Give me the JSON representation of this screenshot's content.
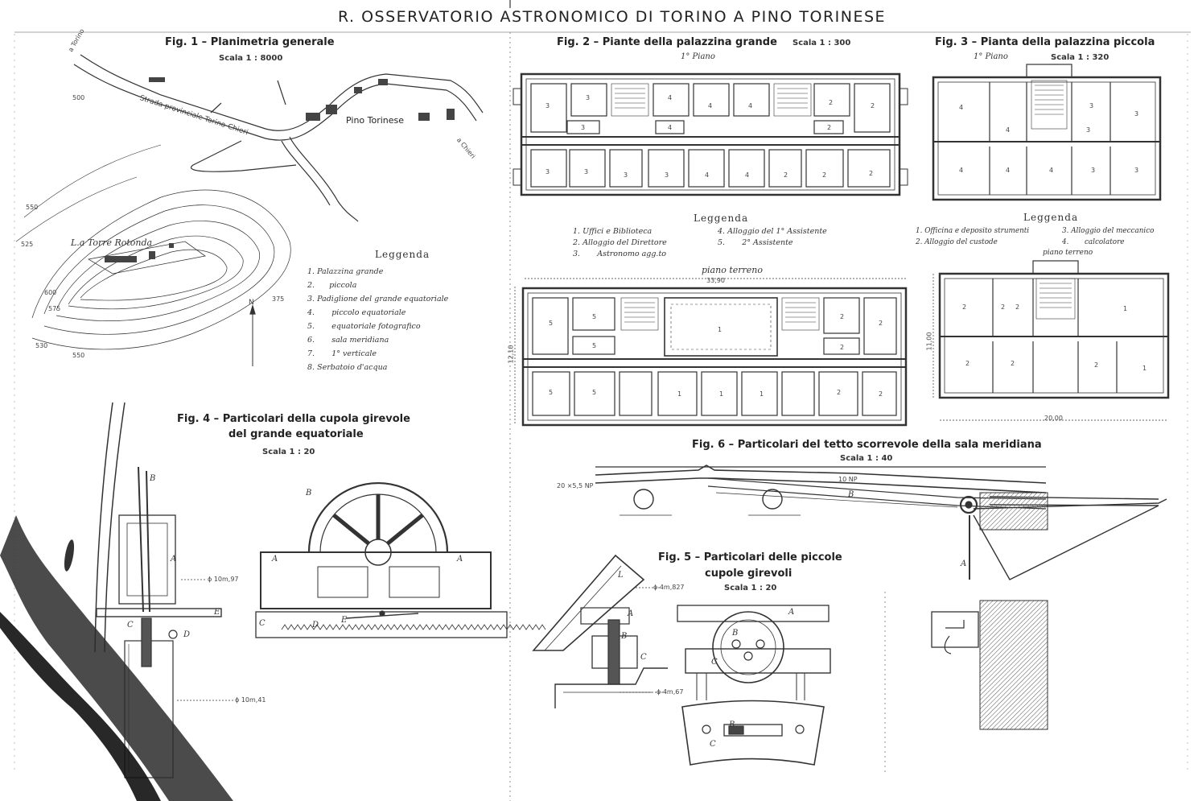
{
  "title": "R. OSSERVATORIO ASTRONOMICO DI TORINO A PINO TORINESE",
  "fig1": {
    "caption": "Fig. 1 – Planimetria generale",
    "scale": "Scala 1 : 8000",
    "road": "Strada provinciale Torino-Chieri",
    "town": "Pino Torinese",
    "to_torino": "a Torino",
    "to_chieri": "a Chieri",
    "hill": "L.a Torre Rotonda",
    "north": "N",
    "contours": [
      "550",
      "500",
      "525",
      "575",
      "600",
      "550",
      "530",
      "375"
    ],
    "legend_title": "Leggenda",
    "legend": [
      "1. Palazzina grande",
      "2.      piccola",
      "3. Padiglione del grande equatoriale",
      "4.       piccolo equatoriale",
      "5.       equatoriale fotografico",
      "6.       sala meridiana",
      "7.       1° verticale",
      "8. Serbatoio d'acqua"
    ]
  },
  "fig2": {
    "caption": "Fig. 2 – Piante della palazzina grande",
    "scale": "Scala 1 : 300",
    "floor1": "1° Piano",
    "ground": "piano terreno",
    "legend_title": "Leggenda",
    "legend": [
      "1. Uffici e Biblioteca",
      "2. Alloggio del Direttore",
      "3.       Astronomo agg.to",
      "4. Alloggio del 1° Assistente",
      "5.       2° Assistente"
    ],
    "dim_w": "33,90",
    "dim_h": "12,10",
    "top_rooms": [
      "3",
      "3",
      "4",
      "4",
      "4",
      "2",
      "2"
    ],
    "top_mid": [
      "3",
      "4",
      "2"
    ],
    "top_low": [
      "3",
      "3",
      "3",
      "3",
      "4",
      "4",
      "2",
      "2",
      "2"
    ],
    "ground_top": [
      "5",
      "5",
      "1",
      "2",
      "2"
    ],
    "ground_mid": [
      "5",
      "2"
    ],
    "ground_low": [
      "5",
      "5",
      "1",
      "1",
      "1",
      "2",
      "2"
    ]
  },
  "fig3": {
    "caption": "Fig. 3 – Pianta della palazzina piccola",
    "floor1": "1° Piano",
    "scale": "Scala 1 : 320",
    "ground": "piano terreno",
    "legend_title": "Leggenda",
    "legend": [
      "1. Officina e deposito strumenti",
      "2. Alloggio del custode",
      "3. Alloggio del meccanico",
      "4.       calcolatore"
    ],
    "dim_w": "20,00",
    "dim_h": "11,00",
    "top_rooms": [
      "4",
      "4",
      "3",
      "3",
      "3"
    ],
    "top_low": [
      "4",
      "4",
      "4",
      "3",
      "3"
    ],
    "g_rooms": [
      "2",
      "2",
      "2",
      "1"
    ],
    "g_low": [
      "2",
      "2",
      "2",
      "1"
    ]
  },
  "fig4": {
    "caption": "Fig. 4 – Particolari della cupola girevole",
    "caption2": "del grande equatoriale",
    "scale": "Scala 1 : 20",
    "labels": [
      "B",
      "A",
      "E",
      "C",
      "D",
      "B",
      "A",
      "A",
      "C",
      "D",
      "E"
    ],
    "dim1": "ϕ 10m,97",
    "dim2": "ϕ 10m,41"
  },
  "fig5": {
    "caption": "Fig. 5 – Particolari delle piccole",
    "caption2": "cupole girevoli",
    "scale": "Scala 1 : 20",
    "labels": [
      "L",
      "A",
      "B",
      "C",
      "A",
      "B",
      "C",
      "B",
      "C"
    ],
    "dim1": "ϕ 4m,827",
    "dim2": "ϕ 4m,67"
  },
  "fig6": {
    "caption": "Fig. 6 – Particolari del tetto scorrevole della sala meridiana",
    "scale": "Scala 1 : 40",
    "labels": [
      "B",
      "A"
    ],
    "dim1": "10 NP",
    "dim2": "20 ×5,5 NP"
  }
}
